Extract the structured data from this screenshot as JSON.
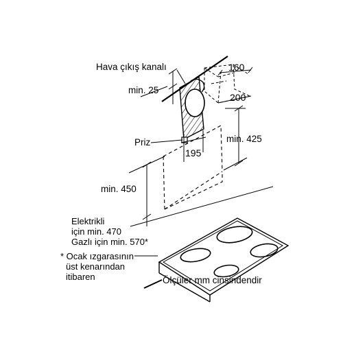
{
  "labels": {
    "duct": "Hava çıkış kanalı",
    "socket": "Priz",
    "units_note": "Ölçüler mm cinsindendir"
  },
  "dimensions": {
    "d160": "160",
    "d200": "200",
    "min25": "min. 25",
    "d195": "195",
    "min425": "min. 425",
    "min450": "min. 450"
  },
  "clearance_notes": {
    "electric_line1": "Elektrikli",
    "electric_line2": "için min. 470",
    "gas": "Gazlı için min. 570*",
    "footnote_line1": "* Ocak ızgarasının",
    "footnote_line2": "üst kenarından",
    "footnote_line3": "itibaren"
  }
}
